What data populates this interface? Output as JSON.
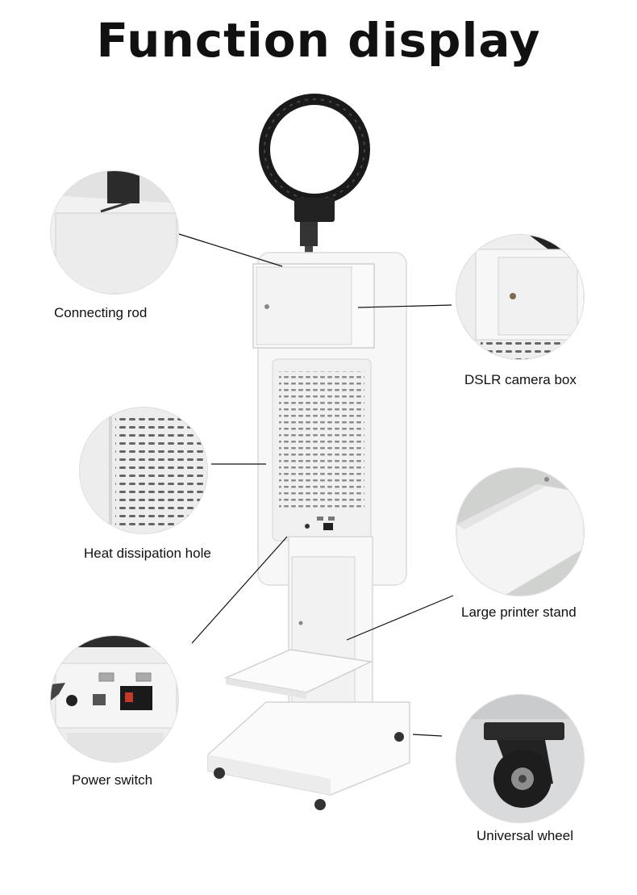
{
  "title": "Function display",
  "callouts": {
    "connecting_rod": "Connecting rod",
    "dslr_camera_box": "DSLR camera box",
    "heat_dissipation_hole": "Heat dissipation hole",
    "large_printer_stand": "Large printer stand",
    "power_switch": "Power switch",
    "universal_wheel": "Universal wheel"
  }
}
